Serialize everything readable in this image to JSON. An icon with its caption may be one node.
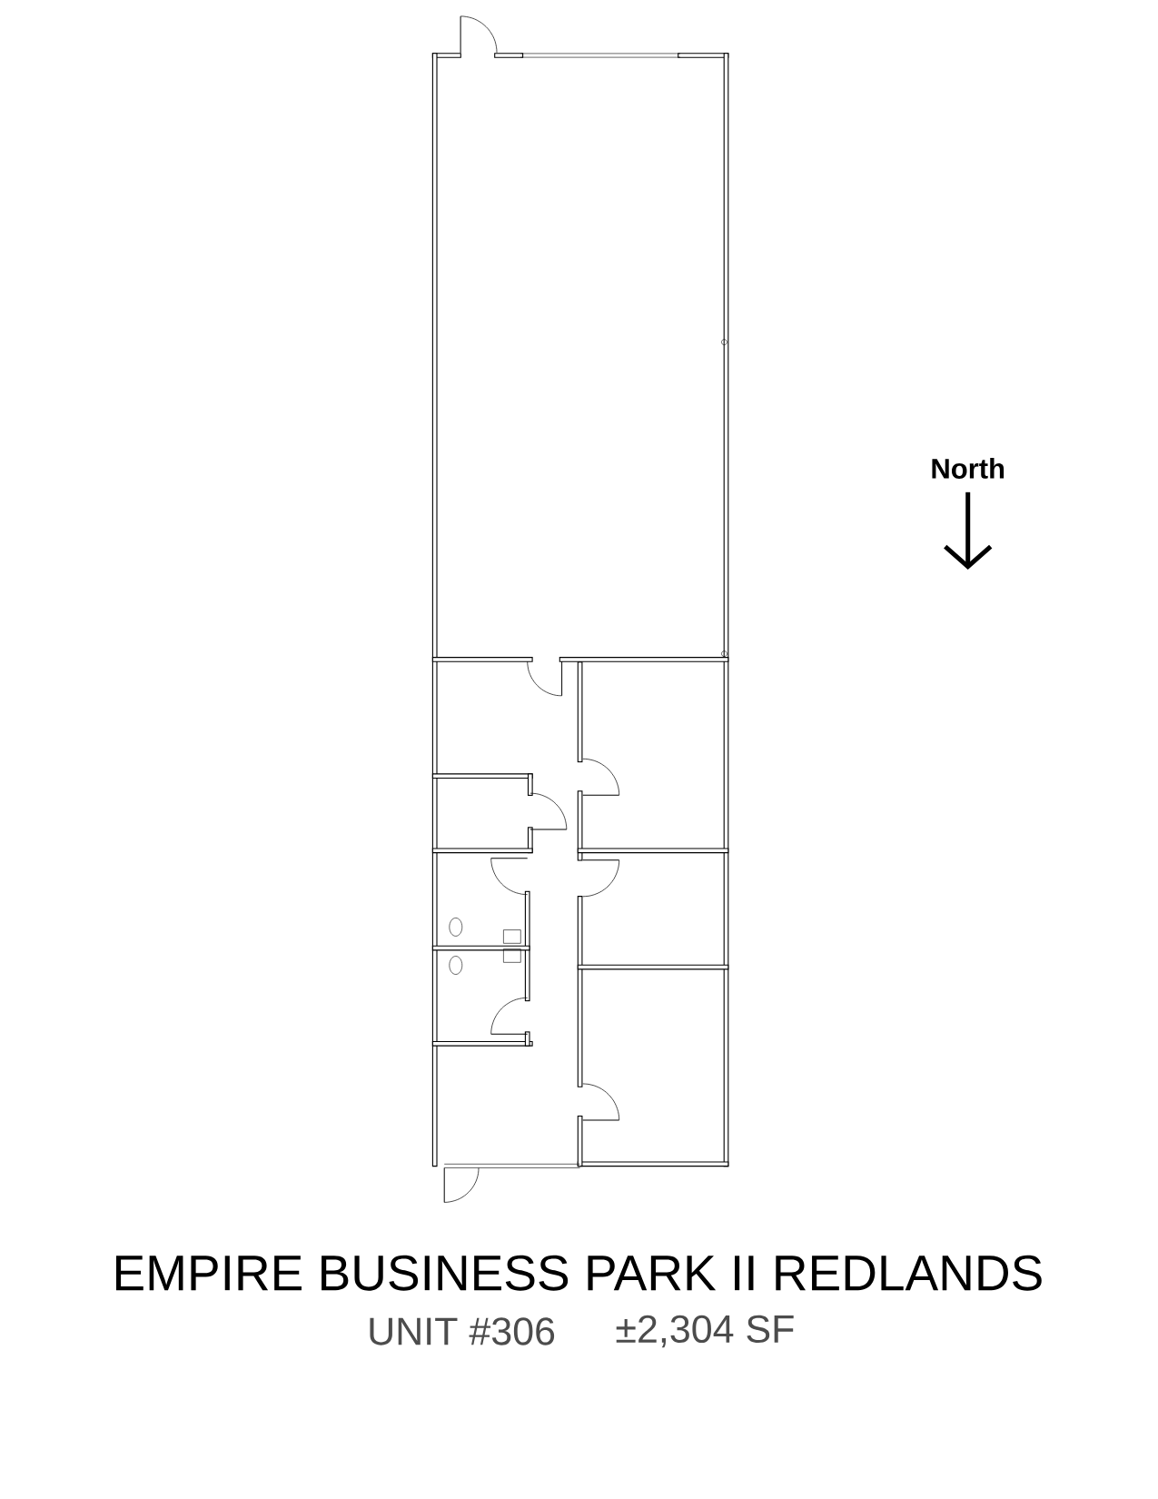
{
  "diagram": {
    "title": "EMPIRE BUSINESS PARK II REDLANDS",
    "labels": [
      "North",
      "UNIT #306",
      "±2,304 SF"
    ]
  }
}
